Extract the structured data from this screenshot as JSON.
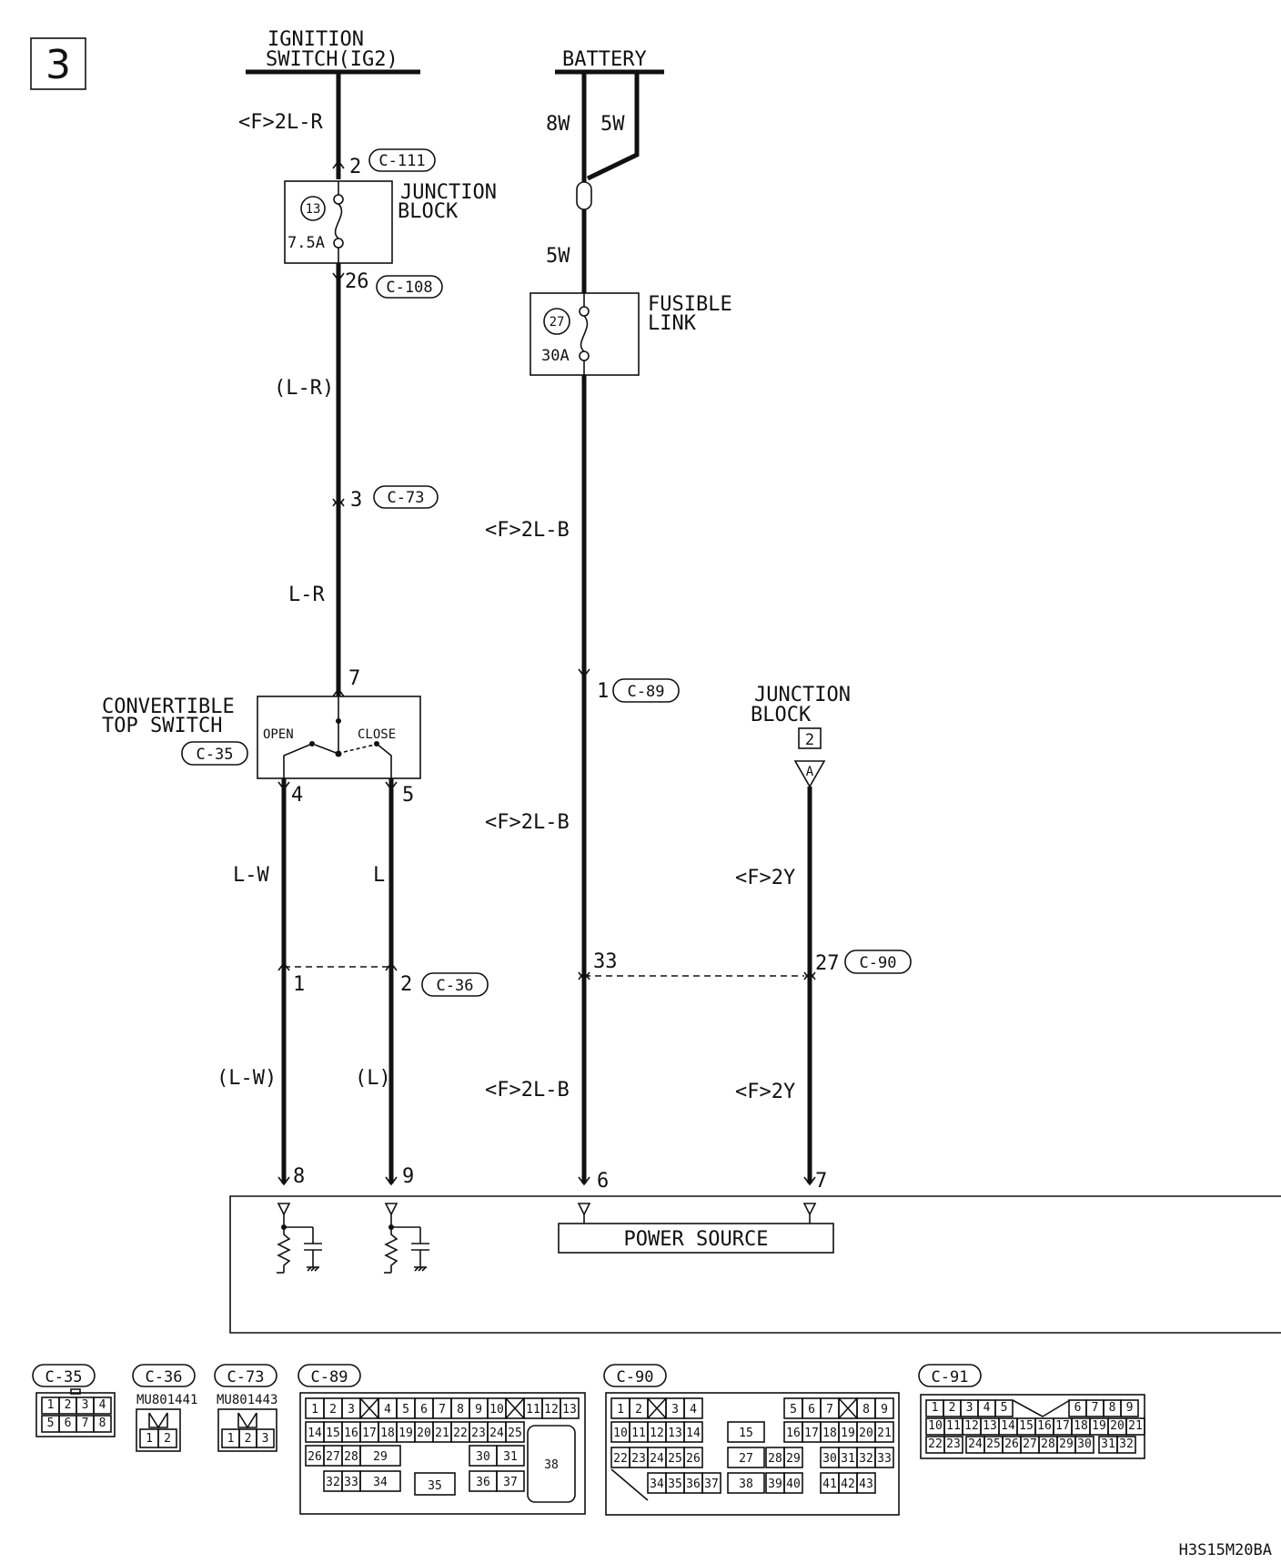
{
  "page_number": "3",
  "footer_code": "H3S15M20BA",
  "ignition": {
    "title_line1": "IGNITION",
    "title_line2": "SWITCH(IG2)"
  },
  "battery": {
    "title": "BATTERY",
    "wire_8w": "8W",
    "wire_5w_a": "5W",
    "wire_5w_b": "5W"
  },
  "jb_fuse": {
    "pin_in": "2",
    "conn_in": "C-111",
    "fuse_no": "13",
    "rating": "7.5A",
    "title_line1": "JUNCTION",
    "title_line2": "BLOCK",
    "pin_out": "26",
    "conn_out": "C-108"
  },
  "fusible_link": {
    "fuse_no": "27",
    "rating": "30A",
    "title_line1": "FUSIBLE",
    "title_line2": "LINK"
  },
  "left_wires": {
    "w1": "<F>2L-R",
    "w2": "(L-R)",
    "c73_pin": "3",
    "c73": "C-73",
    "w3": "L-R"
  },
  "switch": {
    "title_line1": "CONVERTIBLE",
    "title_line2": "TOP SWITCH",
    "conn": "C-35",
    "pin_top": "7",
    "open": "OPEN",
    "close": "CLOSE",
    "pin_4": "4",
    "pin_5": "5"
  },
  "lw_wires": {
    "lw": "L-W",
    "l": "L",
    "lw_paren": "(L-W)",
    "l_paren": "(L)"
  },
  "c36": {
    "pin1": "1",
    "pin2": "2",
    "conn": "C-36"
  },
  "center": {
    "w1": "<F>2L-B",
    "pin_c89": "1",
    "c89": "C-89",
    "w2": "<F>2L-B",
    "pin33": "33",
    "w3": "<F>2L-B"
  },
  "jb2": {
    "title_line1": "JUNCTION",
    "title_line2": "BLOCK",
    "num": "2",
    "letter": "A",
    "w1": "<F>2Y",
    "pin27": "27",
    "c90": "C-90",
    "w2": "<F>2Y"
  },
  "ecu": {
    "pin8": "8",
    "pin9": "9",
    "pin6": "6",
    "pin7": "7",
    "power_source": "POWER SOURCE"
  },
  "connectors": {
    "c35": {
      "label": "C-35",
      "row1": [
        "1",
        "2",
        "3",
        "4"
      ],
      "row2": [
        "5",
        "6",
        "7",
        "8"
      ]
    },
    "c36": {
      "label": "C-36",
      "part": "MU801441",
      "pins": [
        "1",
        "2"
      ]
    },
    "c73": {
      "label": "C-73",
      "part": "MU801443",
      "pins": [
        "1",
        "2",
        "3"
      ]
    },
    "c89": {
      "label": "C-89",
      "row1": [
        "1",
        "2",
        "3",
        "",
        "4",
        "5",
        "6",
        "7",
        "8",
        "9",
        "10",
        "",
        "11",
        "12",
        "13"
      ],
      "row2": [
        "14",
        "15",
        "16",
        "17",
        "18",
        "19",
        "20",
        "21",
        "22",
        "23",
        "24",
        "25"
      ],
      "row3": [
        "26",
        "27",
        "28",
        "29",
        "30",
        "31"
      ],
      "row4": [
        "32",
        "33",
        "34",
        "35",
        "36",
        "37"
      ],
      "big": "38"
    },
    "c90": {
      "label": "C-90",
      "r1a": [
        "1",
        "2",
        "",
        "3",
        "4"
      ],
      "r1b": [
        "5",
        "6",
        "7",
        "",
        "8",
        "9"
      ],
      "r2a": [
        "10",
        "11",
        "12",
        "13",
        "14"
      ],
      "mid2": "15",
      "r2b": [
        "16",
        "17",
        "18",
        "19",
        "20",
        "21"
      ],
      "r3a": [
        "22",
        "23",
        "24",
        "25",
        "26"
      ],
      "mid3": "27",
      "mid3b": [
        "28",
        "29"
      ],
      "r3b": [
        "30",
        "31",
        "32",
        "33"
      ],
      "r4a": [
        "34",
        "35",
        "36",
        "37"
      ],
      "mid4": "38",
      "mid4b": [
        "39",
        "40"
      ],
      "r4b": [
        "41",
        "42",
        "43"
      ]
    },
    "c91": {
      "label": "C-91",
      "row1": [
        "1",
        "2",
        "3",
        "4",
        "5",
        "",
        "",
        "",
        "6",
        "7",
        "8",
        "9"
      ],
      "row2": [
        "10",
        "11",
        "12",
        "13",
        "14",
        "15",
        "16",
        "17",
        "18",
        "19",
        "20",
        "21"
      ],
      "row3": [
        "22",
        "23",
        "24",
        "25",
        "26",
        "27",
        "28",
        "29",
        "30",
        "31",
        "32"
      ]
    }
  }
}
